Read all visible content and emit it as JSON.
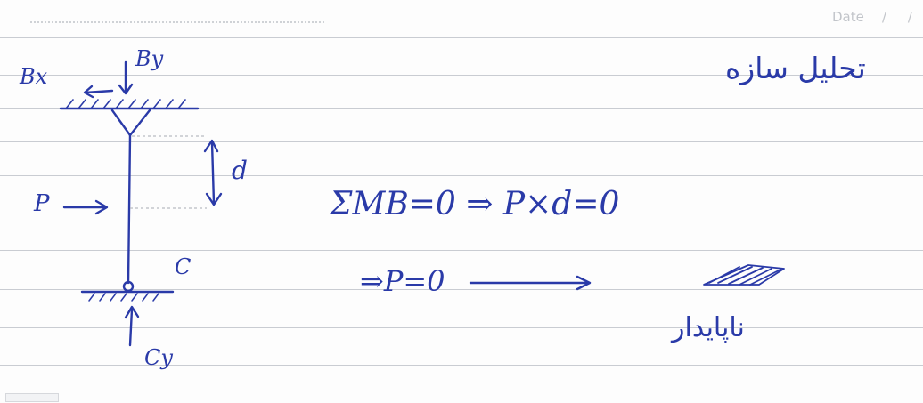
{
  "page": {
    "date_label": "Date",
    "date_slashes": "/     /"
  },
  "notes": {
    "title_fa": "تحلیل سازه",
    "label_bx": "Bx",
    "label_by": "By",
    "label_d": "d",
    "label_p": "P",
    "label_c": "C",
    "label_cy": "Cy",
    "equation_1": "ΣMB=0 ⇒ P×d=0",
    "equation_2": "⇒P=0",
    "result_fa": "ناپایدار"
  },
  "colors": {
    "ink": "#2a3aa8",
    "rule": "#c9ccd2",
    "guide": "#b9bcc2"
  }
}
